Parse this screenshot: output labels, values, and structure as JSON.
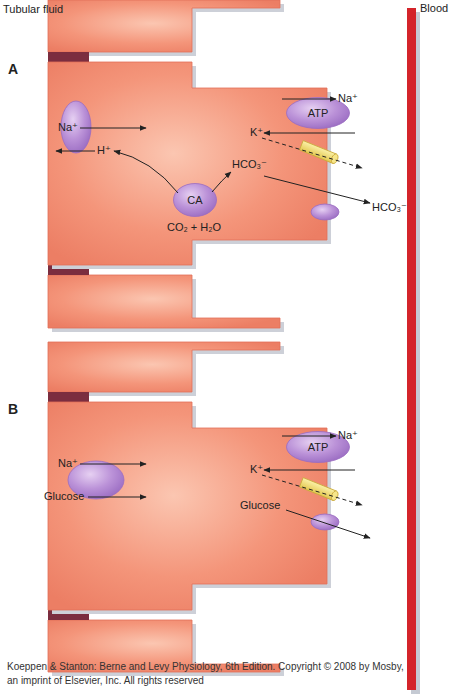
{
  "diagram": {
    "caption": "Koeppen & Stanton: Berne and Levy Physiology, 6th Edition. Copyright © 2008 by Mosby, an imprint of Elsevier, Inc. All rights reserved",
    "nodes": [
      {
        "text": [
          "A"
        ]
      },
      {
        "text": [
          "CA"
        ],
        "in": 0
      },
      {
        "text": [
          "ATP"
        ],
        "in": 0
      },
      {
        "text": [
          "B"
        ]
      },
      {
        "text": [
          "ATP"
        ],
        "in": 3
      },
      {
        "text": [
          "Blood"
        ]
      }
    ],
    "labels": [
      "Tubular fluid",
      "Na⁺",
      "H⁺",
      "CO₂ + H₂O",
      "HCO₃⁻",
      "Na⁺",
      "K⁺",
      "HCO₃⁻",
      "Na⁺",
      "Glucose",
      "Na⁺",
      "K⁺",
      "Glucose"
    ]
  }
}
